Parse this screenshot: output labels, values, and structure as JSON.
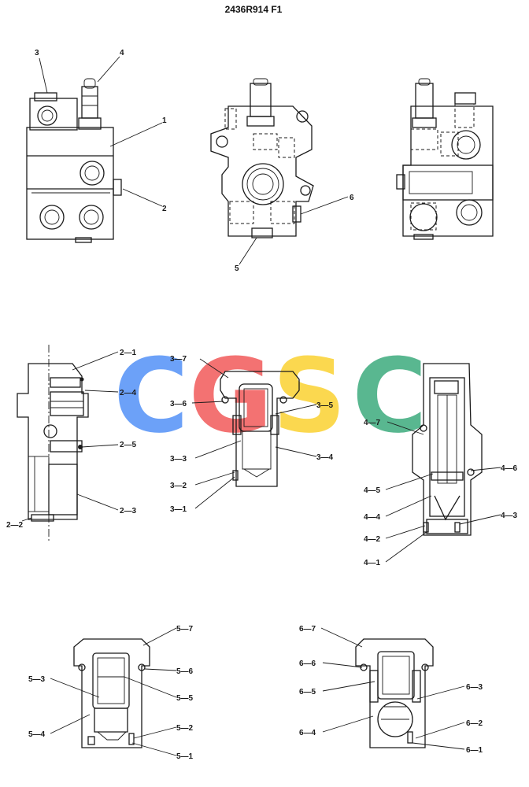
{
  "title": "2436R914 F1",
  "watermark": {
    "letters": [
      "C",
      "G",
      "S",
      "C"
    ],
    "colors": [
      "#3b82f6",
      "#ef4444",
      "#facc15",
      "#22a06b"
    ]
  },
  "labels": {
    "l1": "1",
    "l2": "2",
    "l3": "3",
    "l4": "4",
    "l5": "5",
    "l6": "6",
    "l2_1": "2—1",
    "l2_2": "2—2",
    "l2_3": "2—3",
    "l2_4": "2—4",
    "l2_5": "2—5",
    "l3_1": "3—1",
    "l3_2": "3—2",
    "l3_3": "3—3",
    "l3_4": "3—4",
    "l3_5": "3—5",
    "l3_6": "3—6",
    "l3_7": "3—7",
    "l4_1": "4—1",
    "l4_2": "4—2",
    "l4_3": "4—3",
    "l4_4": "4—4",
    "l4_5": "4—5",
    "l4_6": "4—6",
    "l4_7": "4—7",
    "l5_1": "5—1",
    "l5_2": "5—2",
    "l5_3": "5—3",
    "l5_4": "5—4",
    "l5_5": "5—5",
    "l5_6": "5—6",
    "l5_7": "5—7",
    "l6_1": "6—1",
    "l6_2": "6—2",
    "l6_3": "6—3",
    "l6_4": "6—4",
    "l6_5": "6—5",
    "l6_6": "6—6",
    "l6_7": "6—7"
  }
}
